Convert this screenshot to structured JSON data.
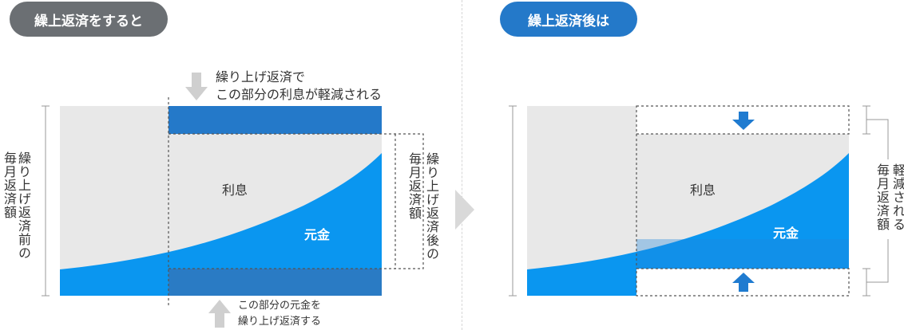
{
  "left_badge": "繰上返済をすると",
  "right_badge": "繰上返済後は",
  "left": {
    "top_annotation_line1": "繰り上げ返済で",
    "top_annotation_line2": "この部分の利息が軽減される",
    "bottom_annotation_line1": "この部分の元金を",
    "bottom_annotation_line2": "繰り上げ返済する",
    "vertical_before_line1": "繰り上げ返済前の",
    "vertical_before_line2": "毎月返済額",
    "vertical_after_line1": "繰り上げ返済後の",
    "vertical_after_line2": "毎月返済額",
    "interest_label": "利息",
    "principal_label": "元金"
  },
  "right": {
    "interest_label": "利息",
    "principal_label": "元金",
    "vertical_line1": "軽減される",
    "vertical_line2": "毎月返済額"
  },
  "colors": {
    "gray_pill": "#6b6f73",
    "blue_pill": "#2479c9",
    "interest_area": "#e8e8e8",
    "principal_area": "#0a96f0",
    "prepaid_band": "#2479c9",
    "arrow_gray": "#cfcfcf",
    "arrow_blue": "#1f7bd0",
    "step_arrow": "#d9d9d9"
  }
}
